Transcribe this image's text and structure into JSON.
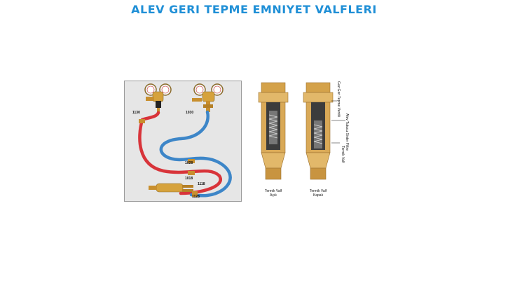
{
  "page": {
    "title": "ALEV GERI TEPME EMNIYET VALFLERI"
  },
  "figure_left": {
    "labels": {
      "p1130": "1130",
      "p1030": "1030",
      "p1028": "1028",
      "p1018": "1018",
      "p1118": "1118",
      "p1128": "1128"
    },
    "colors": {
      "red_hose": "#d8343a",
      "blue_hose": "#3d86c8",
      "brass": "#d6a23c",
      "background": "#e6e6e6"
    }
  },
  "figure_right": {
    "caption_open_line1": "Termik Valf",
    "caption_open_line2": "Açık",
    "caption_closed_line1": "Termik Valf",
    "caption_closed_line2": "Kapalı",
    "side_label_1": "Gaz Geri Tepme Ventili",
    "side_label_2": "Alev Tutucu Sinter Filtre",
    "side_label_3": "Termik Valf"
  }
}
